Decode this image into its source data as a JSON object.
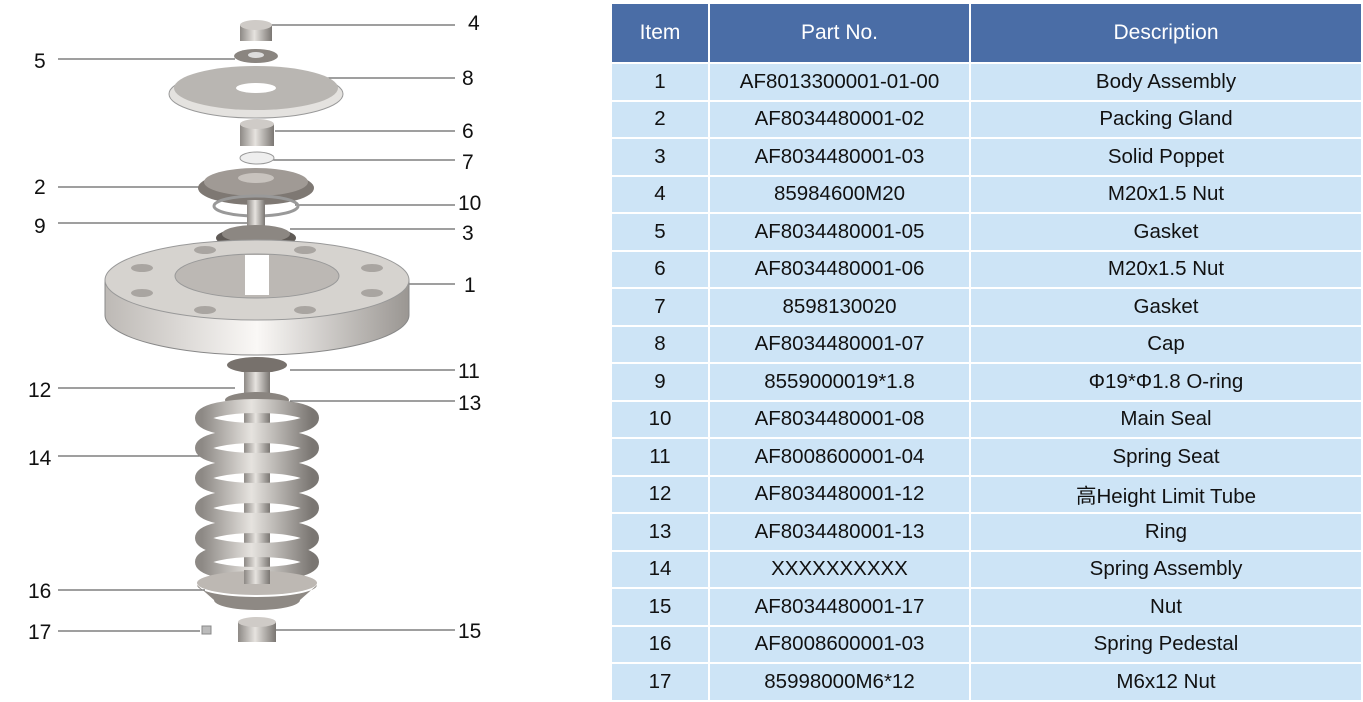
{
  "table": {
    "headers": [
      "Item",
      "Part No.",
      "Description"
    ],
    "rows": [
      {
        "item": "1",
        "part_no": "AF8013300001-01-00",
        "description": "Body Assembly"
      },
      {
        "item": "2",
        "part_no": "AF8034480001-02",
        "description": "Packing Gland"
      },
      {
        "item": "3",
        "part_no": "AF8034480001-03",
        "description": "Solid Poppet"
      },
      {
        "item": "4",
        "part_no": "85984600M20",
        "description": "M20x1.5 Nut"
      },
      {
        "item": "5",
        "part_no": "AF8034480001-05",
        "description": "Gasket"
      },
      {
        "item": "6",
        "part_no": "AF8034480001-06",
        "description": "M20x1.5 Nut"
      },
      {
        "item": "7",
        "part_no": "8598130020",
        "description": "Gasket"
      },
      {
        "item": "8",
        "part_no": "AF8034480001-07",
        "description": "Cap"
      },
      {
        "item": "9",
        "part_no": "8559000019*1.8",
        "description": "Φ19*Φ1.8  O-ring"
      },
      {
        "item": "10",
        "part_no": "AF8034480001-08",
        "description": "Main Seal"
      },
      {
        "item": "11",
        "part_no": "AF8008600001-04",
        "description": "Spring Seat"
      },
      {
        "item": "12",
        "part_no": "AF8034480001-12",
        "description": "高Height Limit Tube"
      },
      {
        "item": "13",
        "part_no": "AF8034480001-13",
        "description": "Ring"
      },
      {
        "item": "14",
        "part_no": "XXXXXXXXXX",
        "description": "Spring Assembly"
      },
      {
        "item": "15",
        "part_no": "AF8034480001-17",
        "description": "Nut"
      },
      {
        "item": "16",
        "part_no": "AF8008600001-03",
        "description": "Spring Pedestal"
      },
      {
        "item": "17",
        "part_no": "85998000M6*12",
        "description": "M6x12 Nut"
      }
    ]
  },
  "drawing": {
    "callouts": [
      "1",
      "2",
      "3",
      "4",
      "5",
      "6",
      "7",
      "8",
      "9",
      "10",
      "11",
      "12",
      "13",
      "14",
      "15",
      "16",
      "17"
    ]
  },
  "colors": {
    "header_bg": "#4a6da6",
    "row_bg": "#cde4f6"
  }
}
